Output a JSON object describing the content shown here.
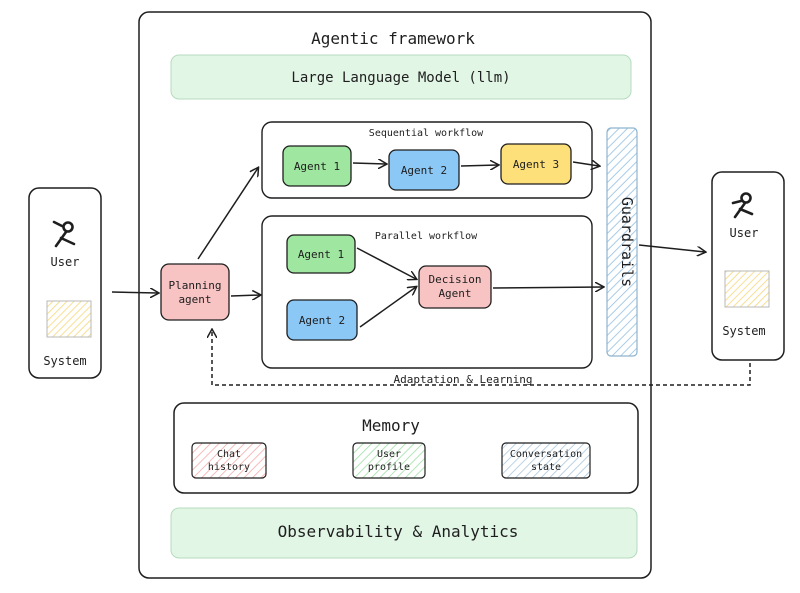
{
  "diagram": {
    "title": "Agentic framework",
    "llm_label": "Large Language Model (llm)",
    "observability_label": "Observability & Analytics",
    "guardrails_label": "Guardrails",
    "planning_agent": [
      "Planning",
      "agent"
    ],
    "adaptation_label": "Adaptation & Learning",
    "left_actor": {
      "user_label": "User",
      "system_label": "System"
    },
    "right_actor": {
      "user_label": "User",
      "system_label": "System"
    },
    "sequential": {
      "title": "Sequential workflow",
      "agents": [
        "Agent 1",
        "Agent 2",
        "Agent 3"
      ]
    },
    "parallel": {
      "title": "Parallel workflow",
      "agents": [
        "Agent 1",
        "Agent 2"
      ],
      "decision": [
        "Decision",
        "Agent"
      ]
    },
    "memory": {
      "title": "Memory",
      "items": [
        [
          "Chat",
          "history"
        ],
        [
          "User",
          "profile"
        ],
        [
          "Conversation",
          "state"
        ]
      ]
    },
    "colors": {
      "green_fill": "#9fe6a0",
      "blue_fill": "#8cc8f5",
      "yellow_fill": "#fde07a",
      "pink_fill": "#f7c3c3",
      "llm_fill": "#e2f6e6",
      "guardrails_hatch": "#a8cce8",
      "system_fill": "#fbeaa8",
      "stroke": "#1e1e1e"
    }
  }
}
